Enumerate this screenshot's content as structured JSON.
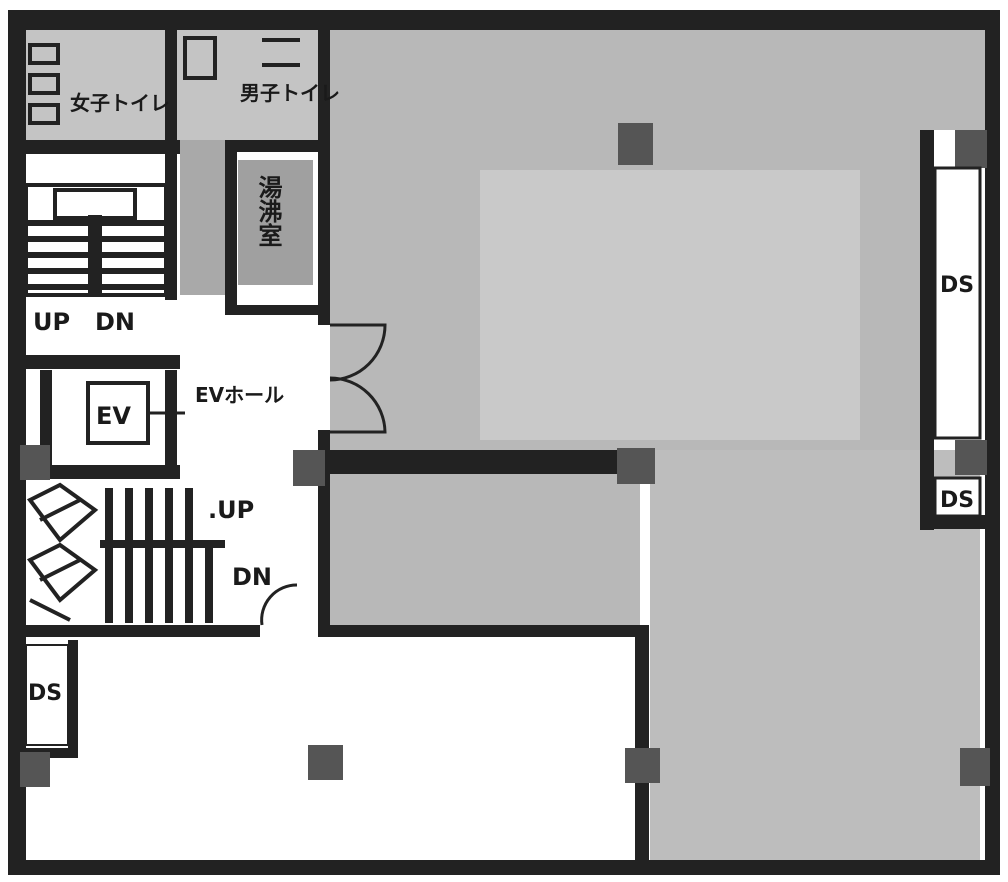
{
  "floor_plan": {
    "labels": {
      "womens_toilet": "女子トイレ",
      "mens_toilet": "男子トイレ",
      "kitchenette": "湯沸室",
      "stair_up": "UP",
      "stair_dn": "DN",
      "ev": "EV",
      "ev_hall": "EVホール",
      "ds_right_upper": "DS",
      "ds_right_lower": "DS",
      "ds_left": "DS",
      "stair2_up": ".UP",
      "stair2_dn": "DN"
    },
    "colors": {
      "wall": "#222222",
      "rental_area": "#b8b8b8",
      "rental_area_light": "#c9c9c9",
      "core_gray": "#a9a9a9",
      "column": "#555555",
      "background": "#ffffff"
    }
  }
}
